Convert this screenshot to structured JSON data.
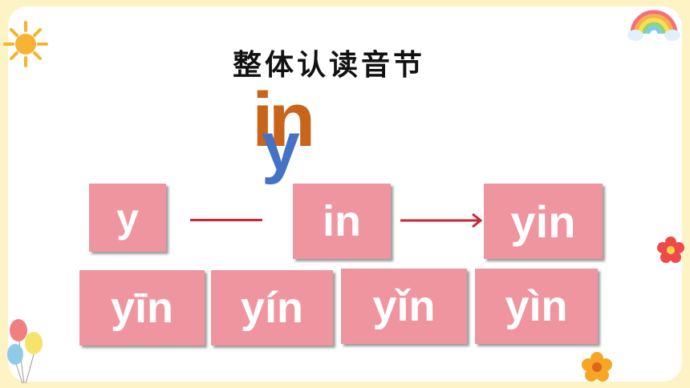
{
  "slide": {
    "title": "整体认读音节",
    "big_letters": {
      "top": "in",
      "bottom": "y"
    },
    "equation": {
      "left": "y",
      "middle": "in",
      "result": "yin"
    },
    "tones": [
      "yīn",
      "yín",
      "yǐn",
      "yìn"
    ]
  },
  "colors": {
    "card": "#ef959f",
    "in_letters": "#c8651b",
    "y_letter": "#4472c4",
    "line": "#c62839",
    "frame": "#fdf3c4"
  },
  "icons": [
    "sun-icon",
    "rainbow-icon",
    "balloons-icon",
    "red-flower-icon",
    "orange-flower-icon",
    "arrow-right-icon"
  ]
}
